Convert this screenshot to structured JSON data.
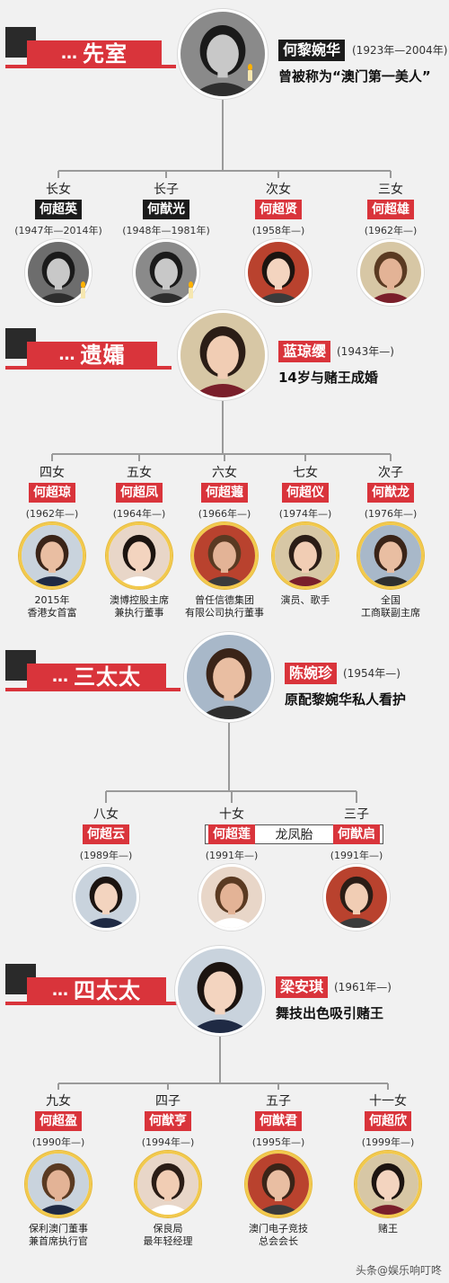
{
  "groups": [
    {
      "banner": "先室",
      "parent": {
        "name": "何黎婉华",
        "years": "(1923年—2004年)",
        "desc": "曾被称为“澳门第一美人”",
        "tag_color": "black",
        "deceased": true
      },
      "children": [
        {
          "rank": "长女",
          "name": "何超英",
          "years": "(1947年—2014年)",
          "tag_color": "black",
          "deceased": true,
          "desc": []
        },
        {
          "rank": "长子",
          "name": "何猷光",
          "years": "(1948年—1981年)",
          "tag_color": "black",
          "deceased": true,
          "desc": []
        },
        {
          "rank": "次女",
          "name": "何超贤",
          "years": "(1958年—)",
          "tag_color": "red",
          "deceased": false,
          "desc": []
        },
        {
          "rank": "三女",
          "name": "何超雄",
          "years": "(1962年—)",
          "tag_color": "red",
          "deceased": false,
          "desc": []
        }
      ]
    },
    {
      "banner": "遗孀",
      "parent": {
        "name": "蓝琼缨",
        "years": "(1943年—)",
        "desc": "14岁与赌王成婚",
        "tag_color": "red",
        "deceased": false
      },
      "children": [
        {
          "rank": "四女",
          "name": "何超琼",
          "years": "(1962年—)",
          "tag_color": "red",
          "deceased": false,
          "desc": [
            "2015年",
            "香港女首富"
          ]
        },
        {
          "rank": "五女",
          "name": "何超凤",
          "years": "(1964年—)",
          "tag_color": "red",
          "deceased": false,
          "desc": [
            "澳博控股主席",
            "兼执行董事"
          ]
        },
        {
          "rank": "六女",
          "name": "何超蕸",
          "years": "(1966年—)",
          "tag_color": "red",
          "deceased": false,
          "desc": [
            "曾任信德集团",
            "有限公司执行董事"
          ]
        },
        {
          "rank": "七女",
          "name": "何超仪",
          "years": "(1974年—)",
          "tag_color": "red",
          "deceased": false,
          "desc": [
            "演员、歌手"
          ]
        },
        {
          "rank": "次子",
          "name": "何猷龙",
          "years": "(1976年—)",
          "tag_color": "red",
          "deceased": false,
          "desc": [
            "全国",
            "工商联副主席"
          ]
        }
      ]
    },
    {
      "banner": "三太太",
      "parent": {
        "name": "陈婉珍",
        "years": "(1954年—)",
        "desc": "原配黎婉华私人看护",
        "tag_color": "red",
        "deceased": false
      },
      "twin_label": "龙凤胎",
      "children": [
        {
          "rank": "八女",
          "name": "何超云",
          "years": "(1989年—)",
          "tag_color": "red",
          "deceased": false,
          "desc": []
        },
        {
          "rank": "十女",
          "name": "何超莲",
          "years": "(1991年—)",
          "tag_color": "red",
          "deceased": false,
          "desc": []
        },
        {
          "rank": "三子",
          "name": "何猷启",
          "years": "(1991年—)",
          "tag_color": "red",
          "deceased": false,
          "desc": []
        }
      ]
    },
    {
      "banner": "四太太",
      "parent": {
        "name": "梁安琪",
        "years": "(1961年—)",
        "desc": "舞技出色吸引赌王",
        "tag_color": "red",
        "deceased": false
      },
      "children": [
        {
          "rank": "九女",
          "name": "何超盈",
          "years": "(1990年—)",
          "tag_color": "red",
          "deceased": false,
          "desc": [
            "保利澳门董事",
            "兼首席执行官"
          ]
        },
        {
          "rank": "四子",
          "name": "何猷亨",
          "years": "(1994年—)",
          "tag_color": "red",
          "deceased": false,
          "desc": [
            "保良局",
            "最年轻经理"
          ]
        },
        {
          "rank": "五子",
          "name": "何猷君",
          "years": "(1995年—)",
          "tag_color": "red",
          "deceased": false,
          "desc": [
            "澳门电子竞技",
            "总会会长"
          ]
        },
        {
          "rank": "十一女",
          "name": "何超欣",
          "years": "(1999年—)",
          "tag_color": "red",
          "deceased": false,
          "desc": [
            "赌王"
          ]
        }
      ]
    }
  ],
  "watermark": "头条@娱乐响叮咚",
  "colors": {
    "accent": "#d9343b",
    "dark": "#1c1c1c",
    "gold": "#f2c94c",
    "line": "#9a9a9a"
  }
}
